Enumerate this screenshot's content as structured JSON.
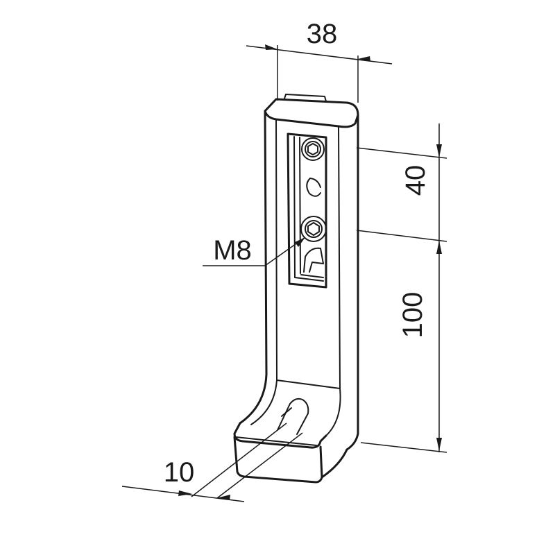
{
  "dimensions": {
    "width_top": "38",
    "height_upper": "40",
    "height_lower": "100",
    "thread": "M8",
    "slot_width": "10"
  },
  "colors": {
    "line": "#1a1a1a",
    "background": "#ffffff"
  }
}
